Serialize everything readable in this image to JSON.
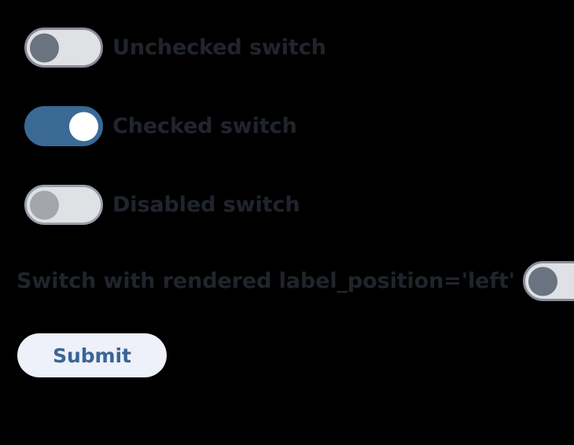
{
  "page": {
    "background_color": "#000000",
    "text_color": "#20242c"
  },
  "switches": [
    {
      "name": "unchecked-switch",
      "label": "Unchecked switch",
      "state": "off",
      "checked": false,
      "disabled": false,
      "label_position": "right",
      "track_color": "#dfe1e5",
      "border_color": "#868b95",
      "thumb_color": "#6b7280"
    },
    {
      "name": "checked-switch",
      "label": "Checked switch",
      "state": "on",
      "checked": true,
      "disabled": false,
      "label_position": "right",
      "track_color": "#3a6996",
      "border_color": "#3a6996",
      "thumb_color": "#ffffff"
    },
    {
      "name": "disabled-switch",
      "label": "Disabled switch",
      "state": "off",
      "checked": false,
      "disabled": true,
      "label_position": "right",
      "track_color": "#dfe1e5",
      "border_color": "#9aa0a9",
      "thumb_color": "#a3a7ad"
    },
    {
      "name": "left-label-switch",
      "label": "Switch with rendered label_position='left'",
      "state": "off",
      "checked": false,
      "disabled": false,
      "label_position": "left",
      "track_color": "#dfe1e5",
      "border_color": "#868b95",
      "thumb_color": "#6b7280"
    }
  ],
  "submit": {
    "label": "Submit",
    "background_color": "#eef0fa",
    "text_color": "#3a6596"
  }
}
